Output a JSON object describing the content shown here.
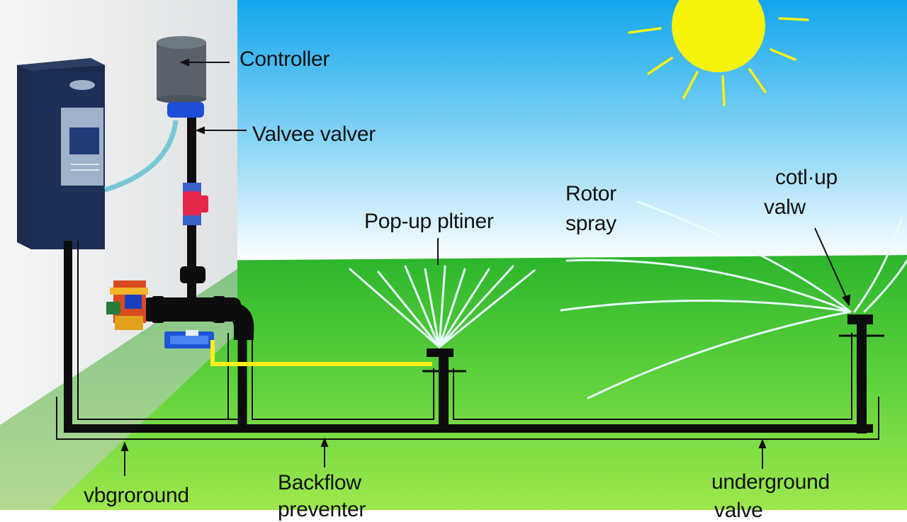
{
  "labels": {
    "controller": "Controller",
    "valve": "Valvee valver",
    "popup": "Pop-up pltiner",
    "rotor_line1": "Rotor",
    "rotor_line2": "spray",
    "cotup_line1": "cotl·up",
    "cotup_line2": "valw",
    "vbg": "vbgroround",
    "backflow_line1": "Backflow",
    "backflow_line2": "preventer",
    "underground_line1": "underground",
    "underground_line2": "valve"
  },
  "colors": {
    "sky_top": "#1aa8ec",
    "sky_bottom": "#ffffff",
    "grass": "#3dc23d",
    "grass_light": "#8fe04a",
    "wall": "#e9ebed",
    "sun": "#f5f20c",
    "pipe": "#0d0d0d",
    "yellow_line": "#ffef1a",
    "controller_box": "#1d2d50",
    "spray": "#e8fbff"
  }
}
